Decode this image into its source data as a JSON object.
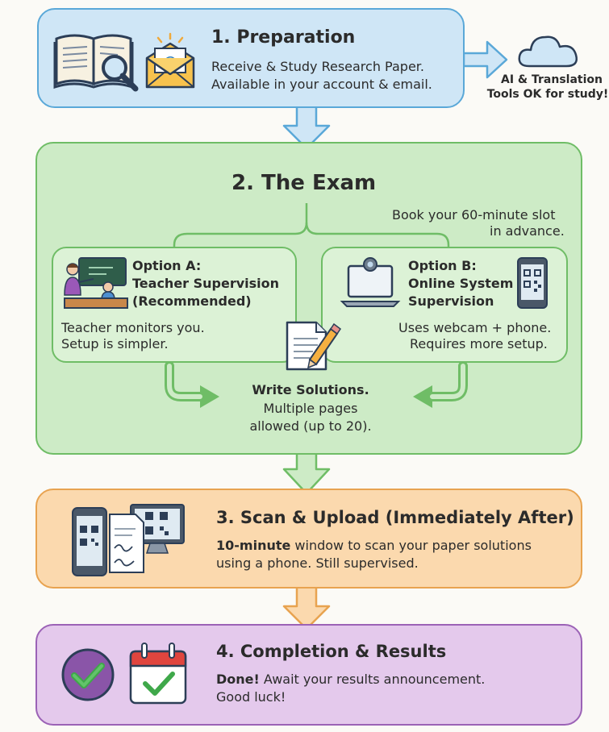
{
  "colors": {
    "blue_fill": "#cfe6f6",
    "blue_stroke": "#5aa8d8",
    "green_fill": "#cdebc6",
    "green_stroke": "#6fbd66",
    "orange_fill": "#fbd9ae",
    "orange_stroke": "#e8a350",
    "purple_fill": "#e4c9ec",
    "purple_stroke": "#9b62b6"
  },
  "step1": {
    "title": "1. Preparation",
    "line1": "Receive & Study Research Paper.",
    "line2": "Available in your account & email.",
    "side_line1": "AI & Translation",
    "side_line2": "Tools OK for study!"
  },
  "step2": {
    "title": "2. The Exam",
    "booking_line1": "Book your 60-minute slot",
    "booking_line2": "in advance.",
    "option_a": {
      "title_line1": "Option A:",
      "title_line2": "Teacher Supervision",
      "title_line3": "(Recommended)",
      "desc_line1": "Teacher monitors you.",
      "desc_line2": "Setup is simpler."
    },
    "option_b": {
      "title_line1": "Option B:",
      "title_line2": "Online System",
      "title_line3": "Supervision",
      "desc_line1": "Uses webcam + phone.",
      "desc_line2": "Requires more setup."
    },
    "write_line1": "Write Solutions.",
    "write_line2": "Multiple pages",
    "write_line3": "allowed (up to 20)."
  },
  "step3": {
    "title": "3. Scan & Upload (Immediately After)",
    "bold_lead": "10-minute",
    "line1_rest": " window to scan your paper solutions",
    "line2": "using a phone. Still supervised."
  },
  "step4": {
    "title": "4. Completion & Results",
    "bold_lead": "Done!",
    "line1_rest": " Await your results announcement.",
    "line2": "Good luck!"
  }
}
